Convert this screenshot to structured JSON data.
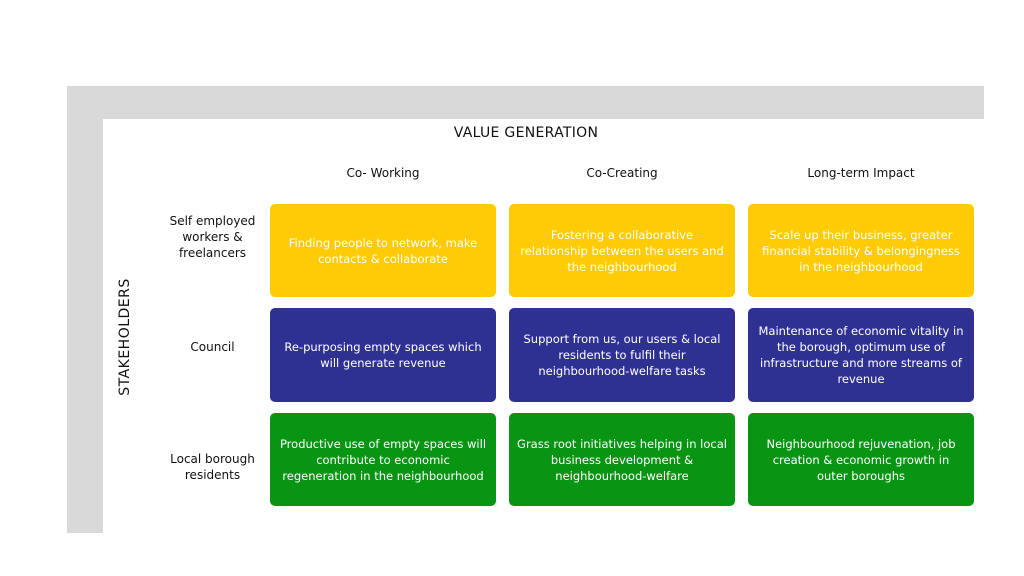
{
  "title": "VALUE GENERATION",
  "y_axis_label": "STAKEHOLDERS",
  "columns": [
    "Co- Working",
    "Co-Creating",
    "Long-term Impact"
  ],
  "rows": [
    {
      "label": "Self employed workers & freelancers",
      "cells": [
        "Finding people to network, make contacts & collaborate",
        "Fostering a collaborative relationship between the users and the neighbourhood",
        "Scale up their business, greater financial stability & belongingness in the neighbourhood"
      ]
    },
    {
      "label": "Council",
      "cells": [
        "Re-purposing empty spaces which will generate revenue",
        "Support from us, our users & local residents to fulfil their neighbourhood-welfare tasks",
        "Maintenance of economic vitality in the borough, optimum use of infrastructure and more streams of revenue"
      ]
    },
    {
      "label": "Local borough residents",
      "cells": [
        "Productive use of empty spaces will contribute to economic regeneration in the neighbourhood",
        "Grass root initiatives helping in local business development & neighbourhood-welfare",
        "Neighbourhood rejuvenation, job creation & economic growth in outer boroughs"
      ]
    }
  ],
  "colors": {
    "frame": "#d9d9d9",
    "row_1": "#ffcb05",
    "row_2": "#2e3192",
    "row_3": "#0a9414"
  }
}
